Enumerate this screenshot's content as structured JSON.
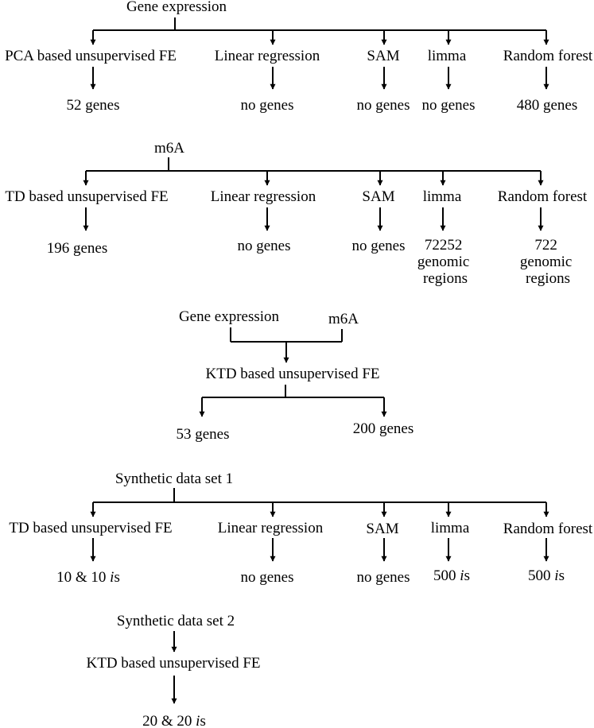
{
  "diagram": {
    "colors": {
      "line": "#000000",
      "text": "#000000",
      "background": "#ffffff"
    },
    "section1": {
      "root": "Gene expression",
      "methods": [
        "PCA based unsupervised FE",
        "Linear regression",
        "SAM",
        "limma",
        "Random forest"
      ],
      "results": [
        "52 genes",
        "no genes",
        "no genes",
        "no genes",
        "480 genes"
      ]
    },
    "section2": {
      "root": "m6A",
      "methods": [
        "TD based unsupervised FE",
        "Linear regression",
        "SAM",
        "limma",
        "Random forest"
      ],
      "results": {
        "td": "196 genes",
        "lr": "no genes",
        "sam": "no genes",
        "limma": [
          "72252",
          "genomic",
          "regions"
        ],
        "rf": [
          "722",
          "genomic",
          "regions"
        ]
      }
    },
    "section3": {
      "input_left": "Gene expression",
      "input_right": "m6A",
      "method": "KTD based unsupervised FE",
      "results": [
        "53 genes",
        "200 genes"
      ]
    },
    "section4": {
      "root": "Synthetic data set 1",
      "methods": [
        "TD based unsupervised FE",
        "Linear regression",
        "SAM",
        "limma",
        "Random forest"
      ],
      "results": {
        "td": {
          "prefix": "10 & 10 ",
          "italic": "i",
          "suffix": "s"
        },
        "lr": "no genes",
        "sam": "no genes",
        "limma": {
          "prefix": "500 ",
          "italic": "i",
          "suffix": "s"
        },
        "rf": {
          "prefix": "500 ",
          "italic": "i",
          "suffix": "s"
        }
      }
    },
    "section5": {
      "root": "Synthetic data set 2",
      "method": "KTD based unsupervised FE",
      "result": {
        "prefix": "20 & 20 ",
        "italic": "i",
        "suffix": "s"
      }
    }
  }
}
